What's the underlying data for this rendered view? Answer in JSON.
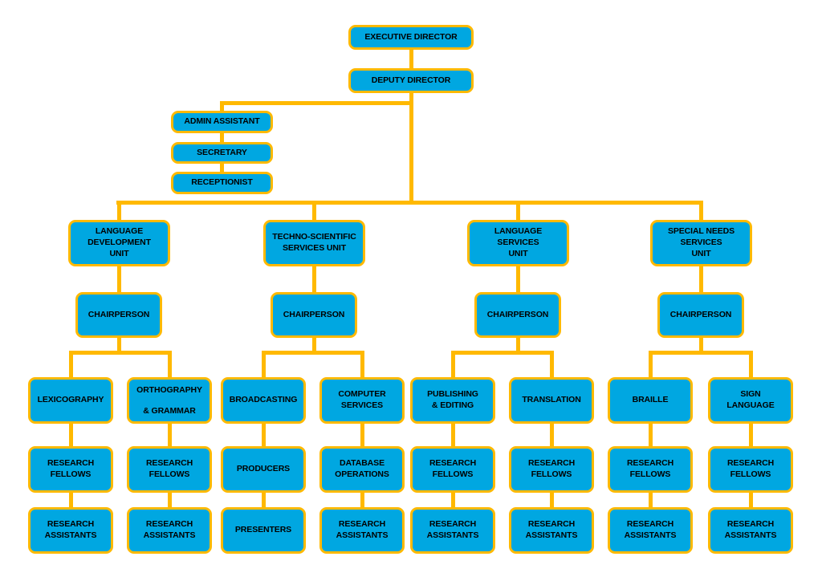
{
  "colors": {
    "box_fill": "#00a7e1",
    "box_border": "#ffb900",
    "connector": "#ffb900",
    "label_text": "#000000",
    "background": "#ffffff"
  },
  "org": {
    "executive_director": "EXECUTIVE DIRECTOR",
    "deputy_director": "DEPUTY DIRECTOR",
    "staff": [
      "ADMIN ASSISTANT",
      "SECRETARY",
      "RECEPTIONIST"
    ],
    "units": [
      {
        "name": "LANGUAGE\nDEVELOPMENT\nUNIT",
        "head": "CHAIRPERSON",
        "sections": [
          {
            "name": "LEXICOGRAPHY",
            "staff": [
              "RESEARCH\nFELLOWS",
              "RESEARCH\nASSISTANTS"
            ]
          },
          {
            "name": "ORTHOGRAPHY\n& GRAMMAR",
            "staff": [
              "RESEARCH\nFELLOWS",
              "RESEARCH\nASSISTANTS"
            ]
          }
        ]
      },
      {
        "name": "TECHNO-SCIENTIFIC\nSERVICES UNIT",
        "head": "CHAIRPERSON",
        "sections": [
          {
            "name": "BROADCASTING",
            "staff": [
              "PRODUCERS",
              "PRESENTERS"
            ]
          },
          {
            "name": "COMPUTER\nSERVICES",
            "staff": [
              "DATABASE\nOPERATIONS",
              "RESEARCH\nASSISTANTS"
            ]
          }
        ]
      },
      {
        "name": "LANGUAGE\nSERVICES\nUNIT",
        "head": "CHAIRPERSON",
        "sections": [
          {
            "name": "PUBLISHING\n& EDITING",
            "staff": [
              "RESEARCH\nFELLOWS",
              "RESEARCH\nASSISTANTS"
            ]
          },
          {
            "name": "TRANSLATION",
            "staff": [
              "RESEARCH\nFELLOWS",
              "RESEARCH\nASSISTANTS"
            ]
          }
        ]
      },
      {
        "name": "SPECIAL NEEDS\nSERVICES\nUNIT",
        "head": "CHAIRPERSON",
        "sections": [
          {
            "name": "BRAILLE",
            "staff": [
              "RESEARCH\nFELLOWS",
              "RESEARCH\nASSISTANTS"
            ]
          },
          {
            "name": "SIGN\nLANGUAGE",
            "staff": [
              "RESEARCH\nFELLOWS",
              "RESEARCH\nASSISTANTS"
            ]
          }
        ]
      }
    ]
  }
}
